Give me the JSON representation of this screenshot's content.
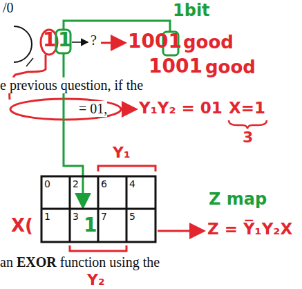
{
  "diagram": {
    "labels": [
      "/0",
      "1bit",
      "1",
      "1",
      "?",
      "1001",
      "good",
      "1001",
      "good",
      "e previous question, if the",
      "= 01,",
      "Y₁Y₂ = 01",
      "X=1",
      "3",
      "Y₁",
      "0",
      "2",
      "6",
      "4",
      "X(",
      "1",
      "3",
      "7",
      "5",
      "1",
      "Z map",
      "Z = Y̅₁Y₂X",
      "an",
      "EXOR",
      "function using the",
      "Y₂"
    ]
  }
}
